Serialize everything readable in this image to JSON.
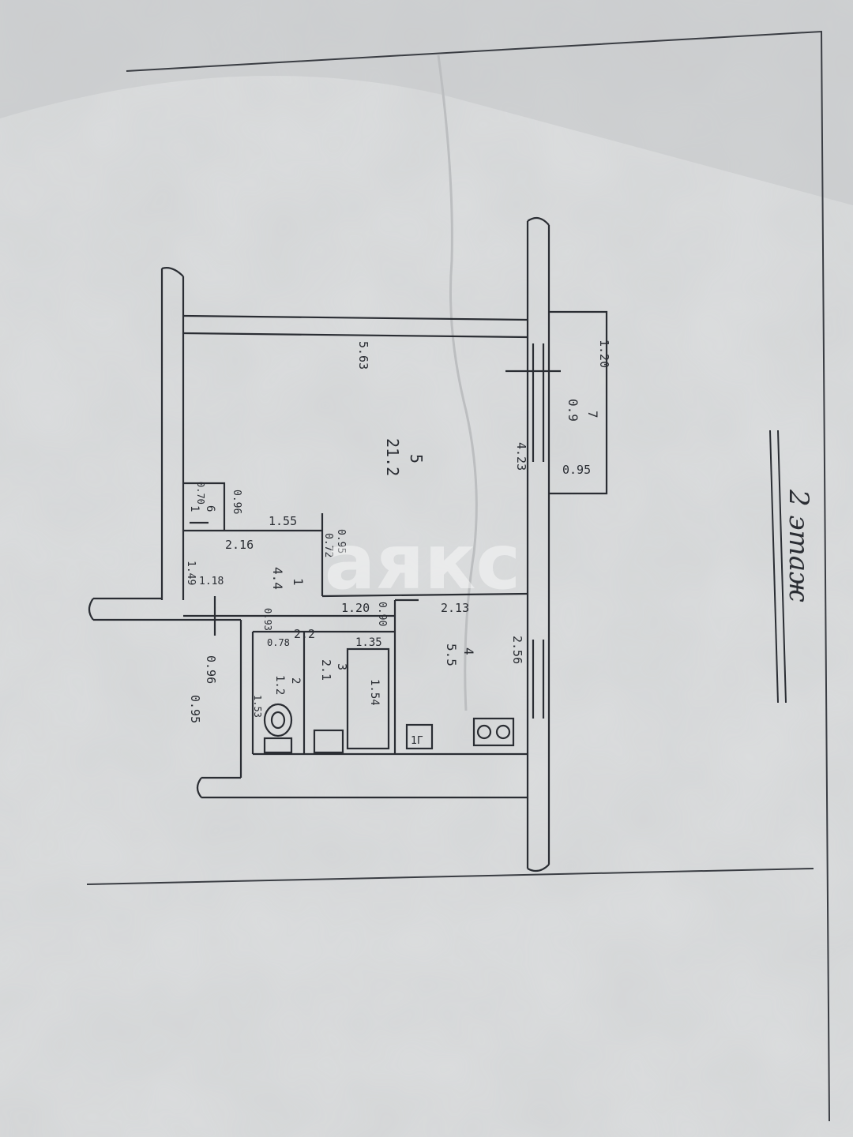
{
  "plan": {
    "floor_label": "2 этаж",
    "watermark": "аякс",
    "ink_color": "#2a2d33",
    "paper_color": "#d4d6d7",
    "rooms": [
      {
        "id": "5",
        "number": "5",
        "area": "21.2"
      },
      {
        "id": "1",
        "number": "1",
        "area": "4.4"
      },
      {
        "id": "6",
        "number": "6",
        "area": "1"
      },
      {
        "id": "4",
        "number": "4",
        "area": "5.5"
      },
      {
        "id": "2",
        "number": "2",
        "area": "1.2"
      },
      {
        "id": "3",
        "number": "3",
        "area": "2.1"
      },
      {
        "id": "7",
        "number": "7",
        "area": "0.9"
      }
    ],
    "dimensions": {
      "d_563": "5.63",
      "d_423": "4.23",
      "d_120_balcony": "1.20",
      "d_095_balcony": "0.95",
      "d_070": "0.70",
      "d_096": "0.96",
      "d_155": "1.55",
      "d_216": "2.16",
      "d_095": "0.95",
      "d_072": "0.72",
      "d_149": "1.49",
      "d_118": "1.18",
      "d_120_hall": "1.20",
      "d_090": "0.90",
      "d_213": "2.13",
      "d_256": "2.56",
      "d_22": "2.2",
      "d_135": "1.35",
      "d_154": "1.54",
      "d_078": "0.78",
      "d_153": "1.53",
      "d_093": "0.93",
      "d_096_b": "0.96",
      "d_095_b": "0.95"
    },
    "fixtures": {
      "boiler": "1Г"
    }
  }
}
